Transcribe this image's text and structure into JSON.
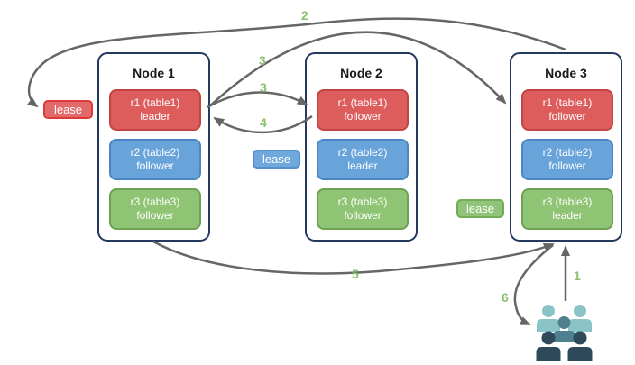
{
  "nodes": [
    {
      "title": "Node 1",
      "replicas": [
        {
          "name": "r1 (table1)",
          "role": "leader",
          "color": "red"
        },
        {
          "name": "r2 (table2)",
          "role": "follower",
          "color": "blue"
        },
        {
          "name": "r3 (table3)",
          "role": "follower",
          "color": "green"
        }
      ]
    },
    {
      "title": "Node 2",
      "replicas": [
        {
          "name": "r1 (table1)",
          "role": "follower",
          "color": "red"
        },
        {
          "name": "r2 (table2)",
          "role": "leader",
          "color": "blue"
        },
        {
          "name": "r3 (table3)",
          "role": "follower",
          "color": "green"
        }
      ]
    },
    {
      "title": "Node 3",
      "replicas": [
        {
          "name": "r1 (table1)",
          "role": "follower",
          "color": "red"
        },
        {
          "name": "r2 (table2)",
          "role": "follower",
          "color": "blue"
        },
        {
          "name": "r3 (table3)",
          "role": "leader",
          "color": "green"
        }
      ]
    }
  ],
  "leases": [
    {
      "label": "lease",
      "color": "red"
    },
    {
      "label": "lease",
      "color": "blue"
    },
    {
      "label": "lease",
      "color": "green"
    }
  ],
  "steps": [
    "1",
    "2",
    "3",
    "3",
    "4",
    "5",
    "6"
  ],
  "icons": {
    "users": "users-group-icon"
  },
  "colors": {
    "replica_red": "#dd5c5c",
    "replica_blue": "#68a3da",
    "replica_green": "#8ec473",
    "node_border": "#23395d",
    "arrow": "#666666",
    "step_label": "#8cbf6e",
    "users_light": "#8bc4c7",
    "users_medium": "#4e8090",
    "users_dark": "#2e4a5a"
  }
}
